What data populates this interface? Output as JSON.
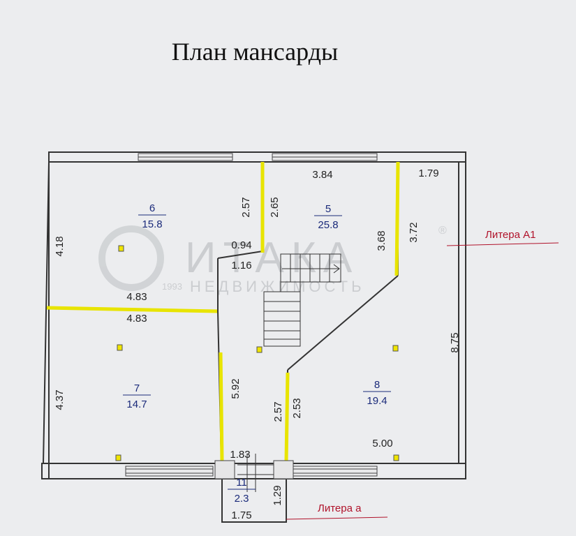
{
  "title": "План мансарды",
  "watermark": {
    "brand": "ИТАКА",
    "year": "1993",
    "tagline": "НЕДВИЖИМОСТЬ",
    "reg": "®"
  },
  "rooms": [
    {
      "num": "6",
      "area": "15.8"
    },
    {
      "num": "5",
      "area": "25.8"
    },
    {
      "num": "7",
      "area": "14.7"
    },
    {
      "num": "8",
      "area": "19.4"
    },
    {
      "num": "11",
      "area": "2.3"
    }
  ],
  "dimensions": {
    "d_384": "3.84",
    "d_179": "1.79",
    "d_257a": "2.57",
    "d_265": "2.65",
    "d_418": "4.18",
    "d_094": "0.94",
    "d_116": "1.16",
    "d_368": "3.68",
    "d_372": "3.72",
    "d_483a": "4.83",
    "d_483b": "4.83",
    "d_875": "8.75",
    "d_437": "4.37",
    "d_592": "5.92",
    "d_257b": "2.57",
    "d_253": "2.53",
    "d_183": "1.83",
    "d_500": "5.00",
    "d_129": "1.29",
    "d_175": "1.75"
  },
  "labels": {
    "litera_a1": "Литера А1",
    "litera_a": "Литера а"
  },
  "colors": {
    "yellow_wall": "#e8e400",
    "litera": "#b0122a",
    "room_number": "#1a2a7a"
  }
}
